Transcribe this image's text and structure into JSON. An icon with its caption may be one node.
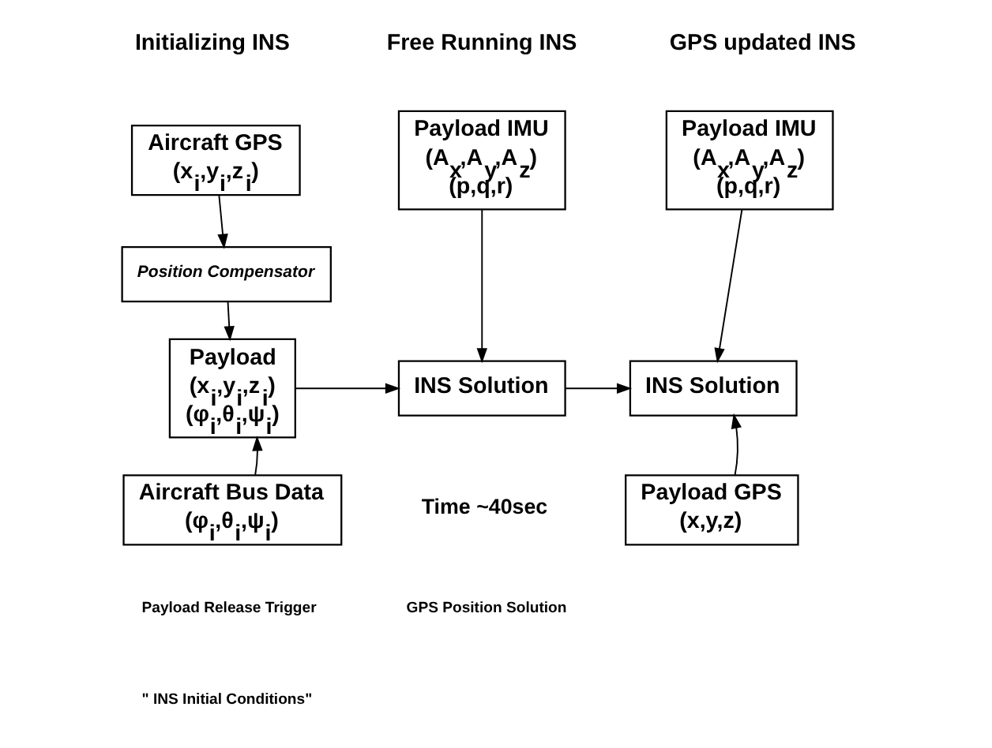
{
  "diagram": {
    "nodes": [
      {
        "text": [
          "Aircraft GPS",
          "(x$_{i}$,y$_{i}$,z$_{i}$)"
        ]
      },
      {
        "text": [
          "Position Compensator"
        ]
      },
      {
        "text": [
          "Payload",
          "(x$_{i}$,y$_{i}$,z$_{i}$)",
          "(φ$_{i}$,θ$_{i}$,ψ$_{i}$)"
        ]
      },
      {
        "text": [
          "Aircraft Bus Data",
          "(φ$_{i}$,θ$_{i}$,ψ$_{i}$)"
        ]
      },
      {
        "text": [
          "Payload IMU",
          "(A$_{x}$,A$_{y}$,A$_{z}$)",
          "(p,q,r)"
        ]
      },
      {
        "text": [
          "INS Solution"
        ]
      },
      {
        "text": [
          "Payload IMU",
          "(A$_{x}$,A$_{y}$,A$_{z}$)",
          "(p,q,r)"
        ]
      },
      {
        "text": [
          "INS Solution"
        ]
      },
      {
        "text": [
          "Payload GPS",
          "(x,y,z)"
        ]
      }
    ],
    "edges": [
      {
        "from": 0,
        "to": 1,
        "arrow": "to"
      },
      {
        "from": 1,
        "to": 2,
        "arrow": "to"
      },
      {
        "from": 3,
        "to": 2,
        "arrow": "to"
      },
      {
        "from": 2,
        "to": 5,
        "arrow": "to"
      },
      {
        "from": 4,
        "to": 5,
        "arrow": "to"
      },
      {
        "from": 5,
        "to": 7,
        "arrow": "to"
      },
      {
        "from": 6,
        "to": 7,
        "arrow": "to"
      },
      {
        "from": 8,
        "to": 7,
        "arrow": "to"
      }
    ],
    "labels": [
      "Initializing INS",
      "Free Running INS",
      "GPS updated INS",
      "Time ~40sec",
      "Payload Release Trigger",
      "\" INS Initial Conditions\"",
      "GPS Position Solution"
    ]
  }
}
